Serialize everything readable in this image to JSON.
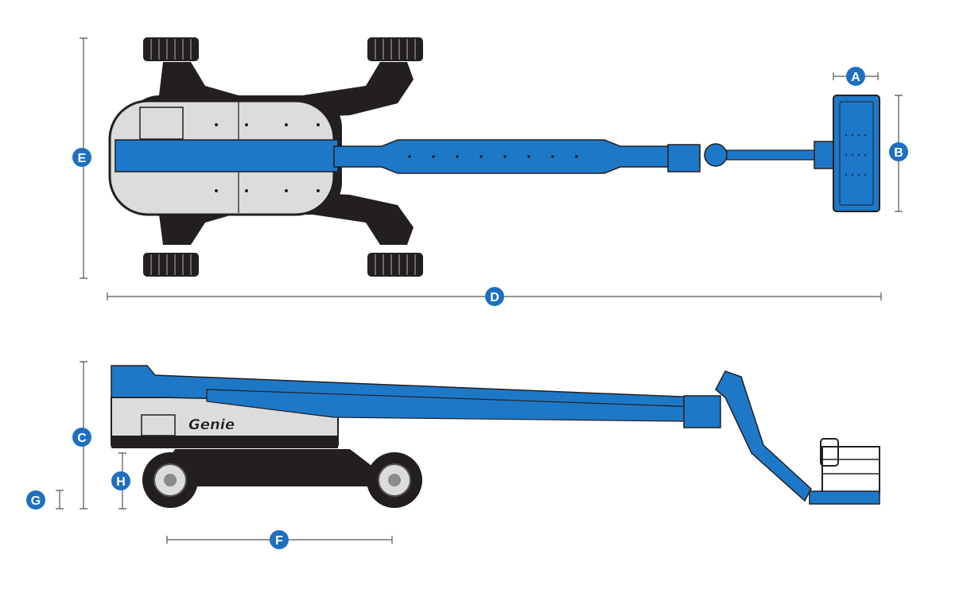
{
  "colors": {
    "boom_blue": "#1e78c8",
    "badge_blue": "#1d6fc0",
    "chassis_dark": "#231f20",
    "cover_grey": "#dcdcdc",
    "dimension_line": "#555555"
  },
  "dimensions": {
    "a": "A",
    "b": "B",
    "c": "C",
    "d": "D",
    "e": "E",
    "f": "F",
    "g": "G",
    "h": "H"
  },
  "side_view": {
    "logo": "Genie"
  }
}
